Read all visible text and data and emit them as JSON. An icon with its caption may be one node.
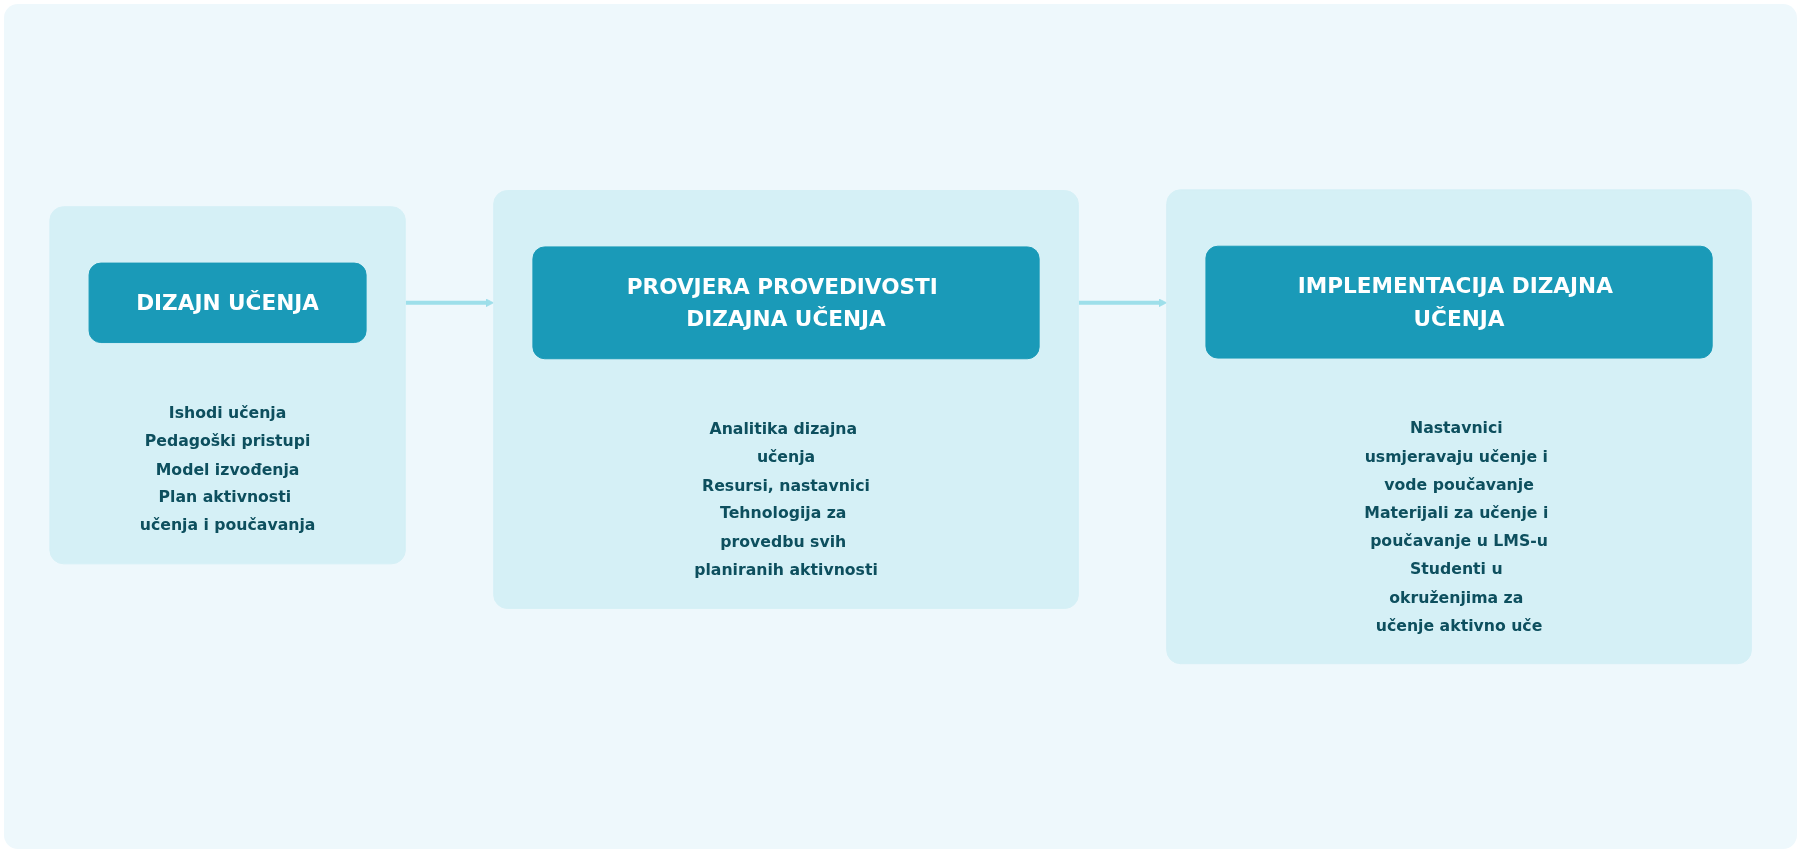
{
  "diagram": {
    "nodes": [
      {
        "text": [
          "Ishodi učenja",
          "Pedagoški pristupi",
          "Model izvođenja",
          "Plan aktivnosti učenja i poučavanja"
        ]
      },
      {
        "text": [
          "DIZAJN UČENJA"
        ],
        "in": 0
      },
      {
        "text": [
          "Analitika dizajna učenja",
          "Resursi, nastavnici",
          "Tehnologija za provedbu svih planiranih aktivnosti"
        ]
      },
      {
        "text": [
          "PROVJERA PROVEDIVOSTI DIZAJNA UČENJA"
        ],
        "in": 2
      },
      {
        "text": [
          "Nastavnici usmjeravaju učenje i vode poučavanje",
          "Materijali za učenje i poučavanje u LMS-u",
          "Studenti u okruženjima za učenje aktivno uče"
        ]
      },
      {
        "text": [
          "IMPLEMENTACIJA DIZAJNA UČENJA"
        ],
        "in": 4
      }
    ],
    "edges": [
      {
        "from": 0,
        "to": 2,
        "arrow": "to"
      },
      {
        "from": 2,
        "to": 4,
        "arrow": "to"
      }
    ]
  }
}
